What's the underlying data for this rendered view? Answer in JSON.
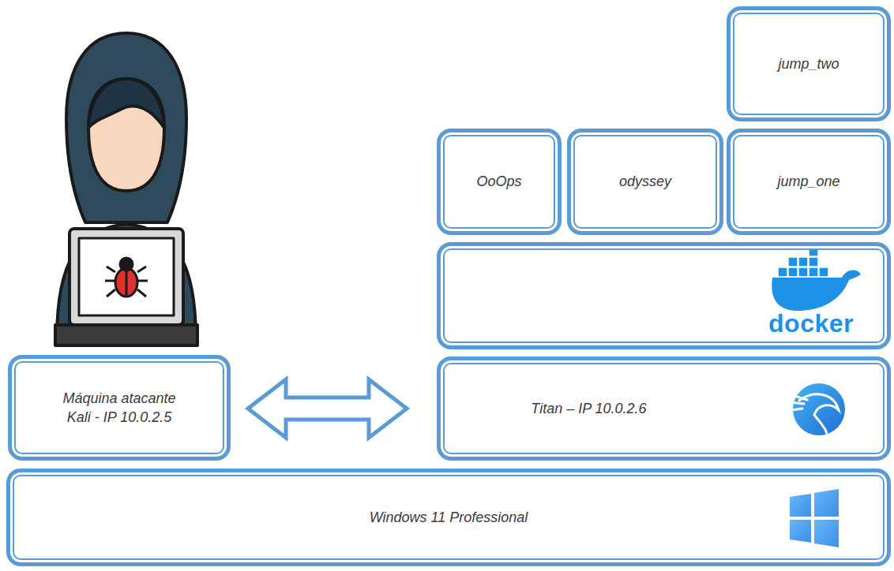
{
  "diagram": {
    "nodes": [
      {
        "text": [
          "jump_two"
        ]
      },
      {
        "text": [
          "OoOps"
        ]
      },
      {
        "text": [
          "odyssey"
        ]
      },
      {
        "text": [
          "jump_one"
        ]
      },
      {
        "text": [
          "docker"
        ]
      },
      {
        "text": [
          "Máquina atacante Kali - IP 10.0.2.5"
        ]
      },
      {
        "text": [
          "Titan – IP 10.0.2.6"
        ]
      },
      {
        "text": [
          "Windows 11 Professional"
        ]
      }
    ],
    "edges": [
      {
        "from": 5,
        "to": 6,
        "arrow": "both"
      }
    ]
  }
}
